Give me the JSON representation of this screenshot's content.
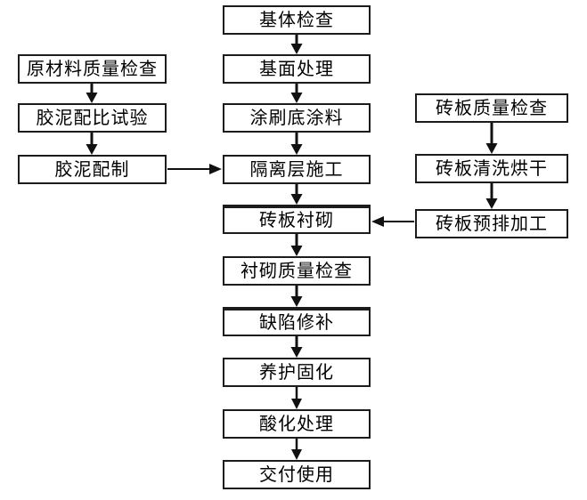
{
  "diagram": {
    "type": "flowchart",
    "colors": {
      "background": "#ffffff",
      "box_border": "#1c1c1c",
      "text": "#000000",
      "arrow": "#111111"
    },
    "nodes": {
      "base-inspection": {
        "label": "基体检查"
      },
      "surface-treatment": {
        "label": "基面处理"
      },
      "apply-primer": {
        "label": "涂刷底涂料"
      },
      "isolation-layer-construction": {
        "label": "隔离层施工"
      },
      "brick-panel-lining": {
        "label": "砖板衬砌"
      },
      "lining-quality-inspection": {
        "label": "衬砌质量检查"
      },
      "defect-repair": {
        "label": "缺陷修补"
      },
      "curing": {
        "label": "养护固化"
      },
      "acidification-treatment": {
        "label": "酸化处理"
      },
      "delivery-for-use": {
        "label": "交付使用"
      },
      "raw-material-quality-inspection": {
        "label": "原材料质量检查"
      },
      "cement-ratio-test": {
        "label": "胶泥配比试验"
      },
      "cement-preparation": {
        "label": "胶泥配制"
      },
      "brick-panel-quality-inspection": {
        "label": "砖板质量检查"
      },
      "brick-panel-cleaning-drying": {
        "label": "砖板清洗烘干"
      },
      "brick-panel-prearrangement": {
        "label": "砖板预排加工"
      }
    },
    "edges": [
      {
        "from": "base-inspection",
        "to": "surface-treatment"
      },
      {
        "from": "surface-treatment",
        "to": "apply-primer"
      },
      {
        "from": "apply-primer",
        "to": "isolation-layer-construction"
      },
      {
        "from": "isolation-layer-construction",
        "to": "brick-panel-lining"
      },
      {
        "from": "brick-panel-lining",
        "to": "lining-quality-inspection"
      },
      {
        "from": "lining-quality-inspection",
        "to": "defect-repair"
      },
      {
        "from": "defect-repair",
        "to": "curing"
      },
      {
        "from": "curing",
        "to": "acidification-treatment"
      },
      {
        "from": "acidification-treatment",
        "to": "delivery-for-use"
      },
      {
        "from": "raw-material-quality-inspection",
        "to": "cement-ratio-test"
      },
      {
        "from": "cement-ratio-test",
        "to": "cement-preparation"
      },
      {
        "from": "cement-preparation",
        "to": "isolation-layer-construction"
      },
      {
        "from": "brick-panel-quality-inspection",
        "to": "brick-panel-cleaning-drying"
      },
      {
        "from": "brick-panel-cleaning-drying",
        "to": "brick-panel-prearrangement"
      },
      {
        "from": "brick-panel-prearrangement",
        "to": "brick-panel-lining"
      }
    ]
  }
}
